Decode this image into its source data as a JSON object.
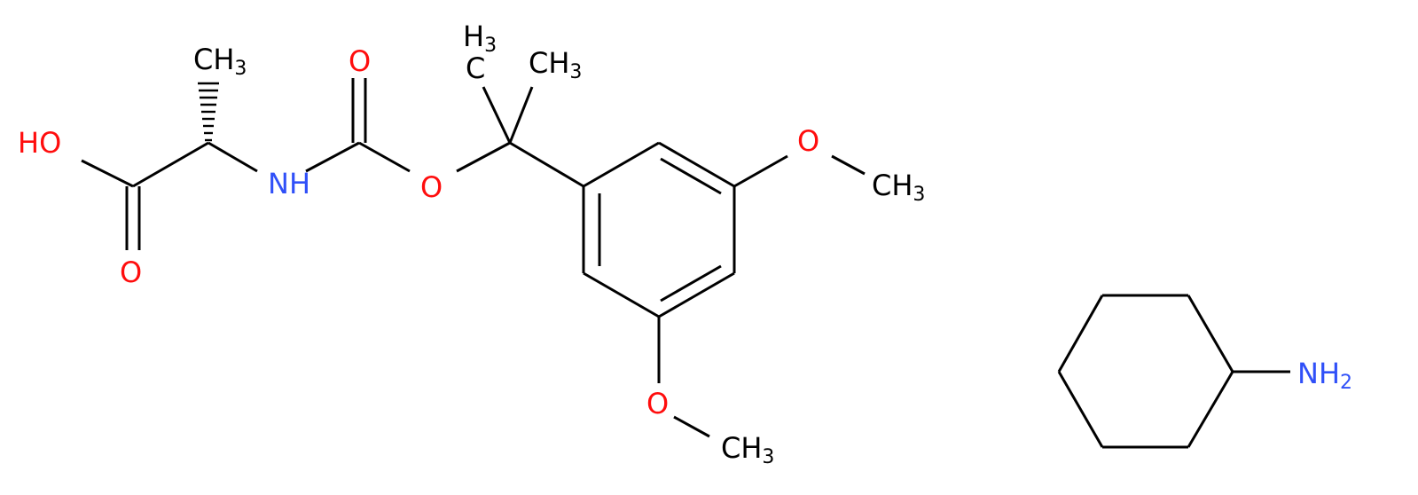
{
  "colors": {
    "bond": "#000000",
    "oxygen": "#ff0d0d",
    "nitrogen": "#3050f8",
    "carbon": "#000000",
    "background": "#ffffff"
  },
  "labels": {
    "ho": "HO",
    "o_acid": "O",
    "ch3_alpha_main": "CH",
    "ch3_alpha_sub": "3",
    "nh": "NH",
    "o_carbonyl": "O",
    "o_ester": "O",
    "h3c_main": "C",
    "h3c_prefix": "H",
    "h3c_sub": "3",
    "ch3_top_main": "CH",
    "ch3_top_sub": "3",
    "o_meo_upper": "O",
    "ch3_meo_upper_main": "CH",
    "ch3_meo_upper_sub": "3",
    "o_meo_lower": "O",
    "ch3_meo_lower_main": "CH",
    "ch3_meo_lower_sub": "3",
    "nh2_main": "NH",
    "nh2_sub": "2"
  }
}
